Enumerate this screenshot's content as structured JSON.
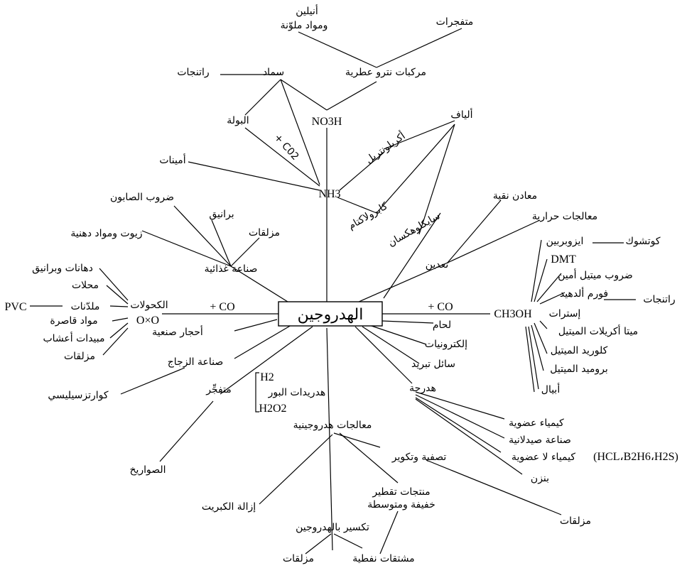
{
  "center": "الهدروجين",
  "labels": {
    "aniline": "أنيلين",
    "dyes": "ومواد ملوّنة",
    "explosives": "متفجرات",
    "resins_top": "راتنجات",
    "fertilizer": "سماد",
    "nitro": "مركبات نترو عطرية",
    "urea": "البولة",
    "no3h": "NO3H",
    "co2": "+ C02",
    "fibers": "ألياف",
    "acrylonitrile": "أكريلونتريل",
    "amines": "أمينات",
    "nh3": "NH3",
    "caprolactam": "كابرولاكتام",
    "cyclohexane": "سايكلوهكسان",
    "soaps": "ضروب الصابون",
    "varnish1": "برانيق",
    "lubricants1": "مزلقات",
    "oils": "زيوت ومواد دهنية",
    "food": "صناعة غذائية",
    "pure_metals": "معادن نقية",
    "heat_treat": "معالجات حرارية",
    "mining": "تعدين",
    "paints": "دهانات وبرانيق",
    "solvents": "محلات",
    "alcohols": "الكحولات",
    "oxo": "O×O",
    "plasticizers": "ملدّنات",
    "pvc": "PVC",
    "bleach": "مواد قاصرة",
    "herbicides": "مبيدات أعشاب",
    "lubricants2": "مزلقات",
    "co_left": "+ CO",
    "gems": "أحجار صنعية",
    "glass": "صناعة الزجاج",
    "quartz": "كوارتزسيليسي",
    "rubber": "كوتشوك",
    "isobutylene": "ايزوبربين",
    "dmt": "DMT",
    "methylamines": "ضروب ميتيل أمين",
    "formaldehyde": "فورم ألدهيد",
    "resins_right": "راتنجات",
    "esters": "إسترات",
    "methacrylates": "ميتا أكريلات الميتيل",
    "methyl_chloride": "كلوريد الميتيل",
    "methyl_bromide": "بروميد الميتيل",
    "fibers2": "أبيال",
    "co_right": "+ CO",
    "ch3oh": "CH3OH",
    "welding": "لحام",
    "electronics": "إلكترونيات",
    "coolant": "سائل تبريد",
    "hydrogenation": "هدرجة",
    "organic_chem": "كيمياء عضوية",
    "pharma": "صناعة صيدلانية",
    "inorganic_chem": "كيمياء لا عضوية",
    "inorganic_formula": "(HCL،B2H6،H2S)",
    "benzene": "بنزن",
    "h2": "H2",
    "boron_hydrides": "هدريدات البور",
    "h2o2": "H2O2",
    "explosive2": "متفجِّر",
    "rockets": "الصواريخ",
    "hydrotreating": "معالجات هدروجينية",
    "refining": "تصفية وتكوير",
    "distill_products_1": "منتجات تقطير",
    "distill_products_2": "خفيفة ومتوسطة",
    "desulfur": "إزالة الكبريت",
    "hydrocracking": "تكسير بالهدروجين",
    "lubricants3": "مزلقات",
    "petro_deriv": "مشتقات نفطية",
    "lubricants4": "مزلقات"
  }
}
